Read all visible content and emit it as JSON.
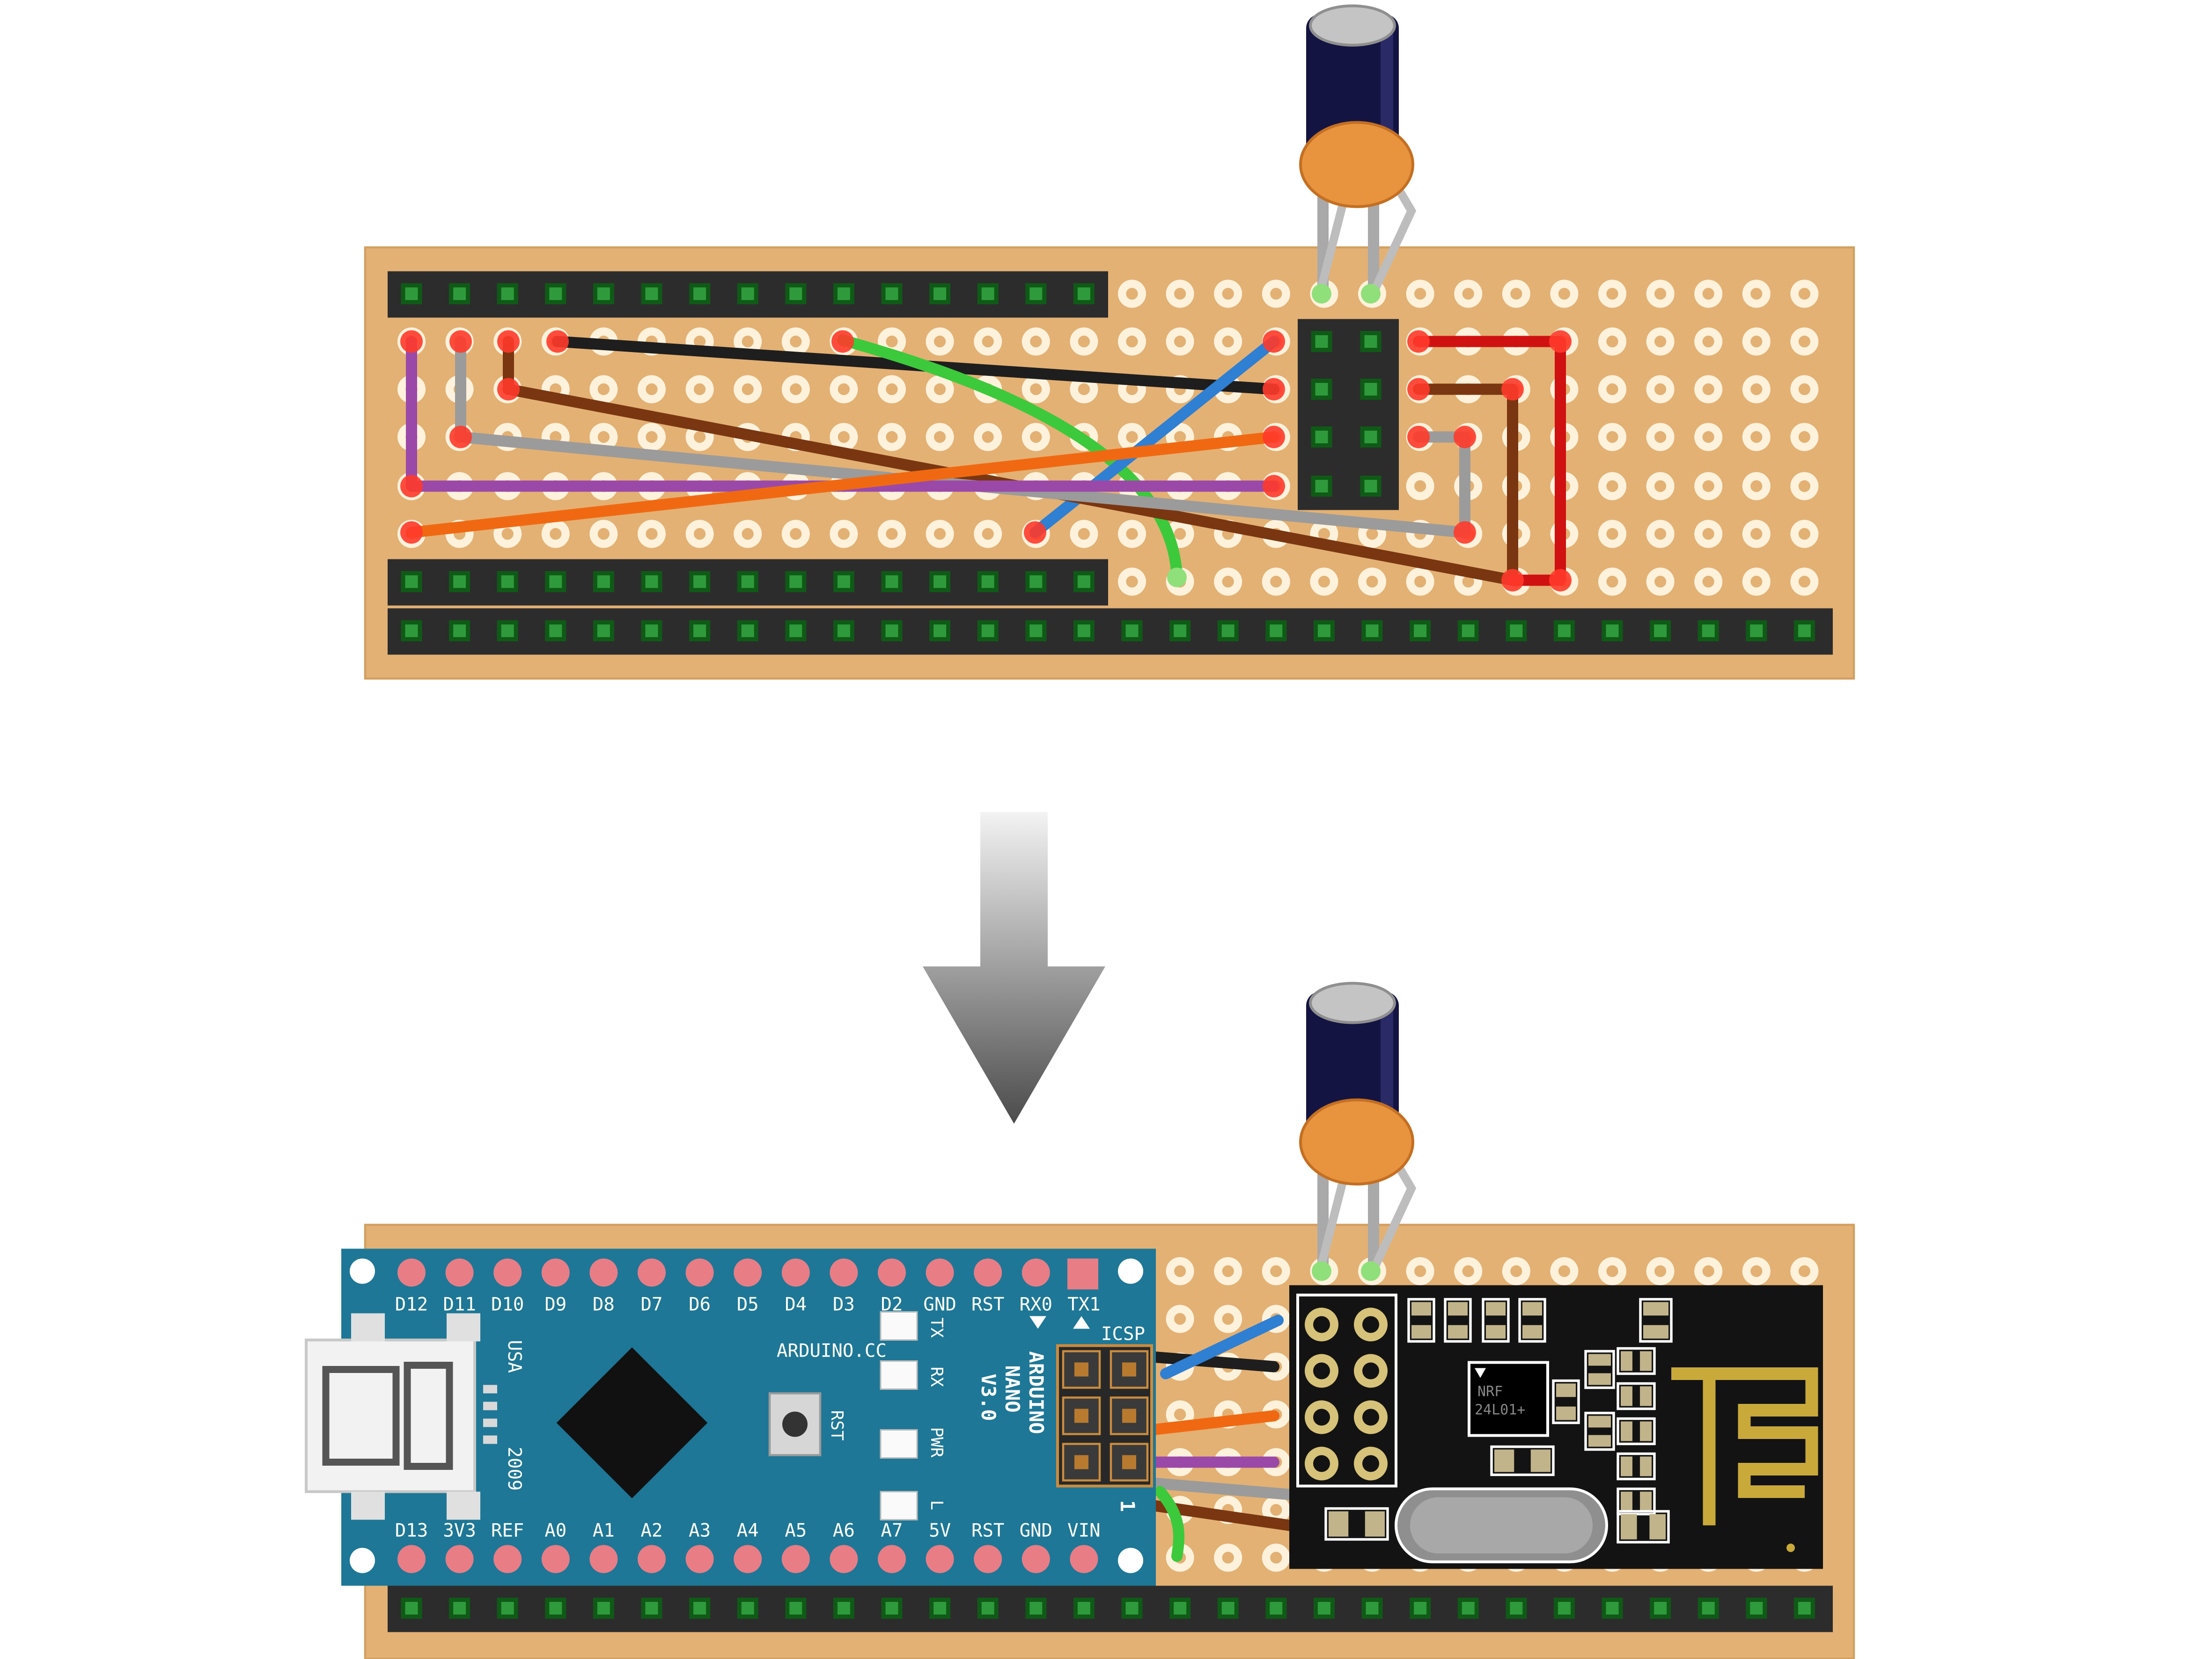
{
  "diagram": {
    "board": {
      "top_labels": [
        "D12",
        "D11",
        "D10",
        "D9",
        "D8",
        "D7",
        "D6",
        "D5",
        "D4",
        "D3",
        "D2",
        "GND",
        "RST",
        "RX0",
        "TX1"
      ],
      "bottom_labels": [
        "D13",
        "3V3",
        "REF",
        "A0",
        "A1",
        "A2",
        "A3",
        "A4",
        "A5",
        "A6",
        "A7",
        "5V",
        "RST",
        "GND",
        "VIN"
      ],
      "brand": "ARDUINO.CC",
      "model_line1": "ARDUINO",
      "model_line2": "NANO",
      "model_line3": "V3.0",
      "icsp": "ICSP",
      "country": "USA",
      "year": "2009",
      "rst": "RST",
      "led_tx": "TX",
      "led_rx": "RX",
      "led_pwr": "PWR",
      "led_l": "L",
      "pin1": "1"
    },
    "radio": {
      "chip_line1": "NRF",
      "chip_line2": "24L01+"
    },
    "colors": {
      "stripboard": "#e3b174",
      "board_blue": "#1e7796",
      "header_black": "#2c2c2c",
      "radio_black": "#131313",
      "antenna_gold": "#c9a93a",
      "wire_black": "#1e1e1e",
      "wire_green": "#3cc93c",
      "wire_blue": "#2f7fd3",
      "wire_brown": "#7a3611",
      "wire_grey": "#9b9b9b",
      "wire_purple": "#9b49a8",
      "wire_orange": "#f06912",
      "wire_red": "#cf1111"
    }
  }
}
